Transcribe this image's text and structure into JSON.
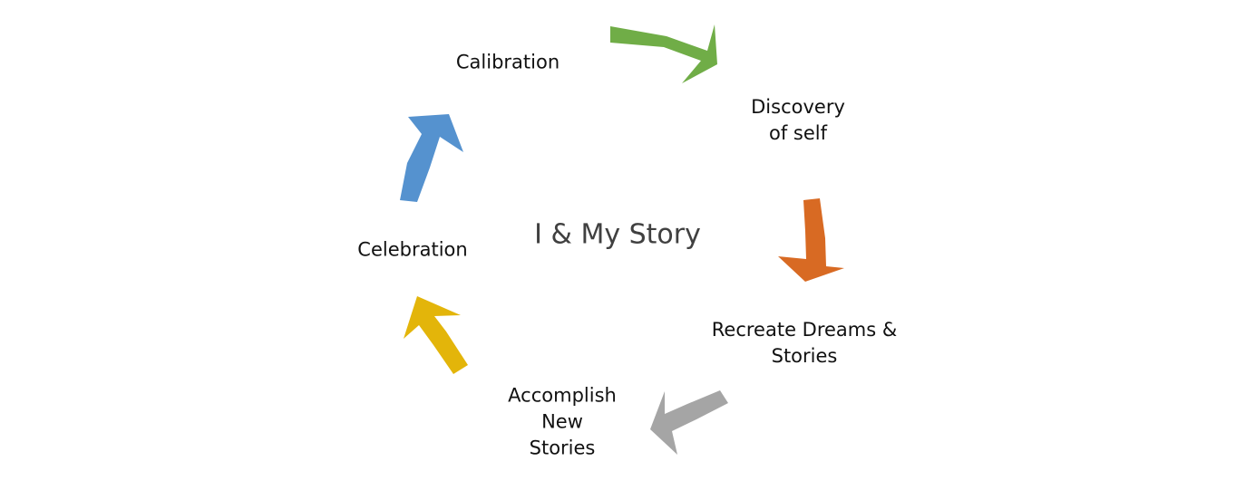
{
  "diagram": {
    "center_title": "I & My Story",
    "stages": [
      {
        "id": "calibration",
        "lines": [
          "Calibration"
        ]
      },
      {
        "id": "discovery",
        "lines": [
          "Discovery",
          "of self"
        ]
      },
      {
        "id": "recreate",
        "lines": [
          "Recreate Dreams &",
          "Stories"
        ]
      },
      {
        "id": "accomplish",
        "lines": [
          "Accomplish",
          "New",
          "Stories"
        ]
      },
      {
        "id": "celebration",
        "lines": [
          "Celebration"
        ]
      }
    ],
    "arrows": [
      {
        "id": "calibration-to-discovery",
        "color": "#70AD47"
      },
      {
        "id": "discovery-to-recreate",
        "color": "#D86A23"
      },
      {
        "id": "recreate-to-accomplish",
        "color": "#A5A5A5"
      },
      {
        "id": "accomplish-to-celebration",
        "color": "#E3B50A"
      },
      {
        "id": "celebration-to-calibration",
        "color": "#5592CF"
      }
    ]
  }
}
